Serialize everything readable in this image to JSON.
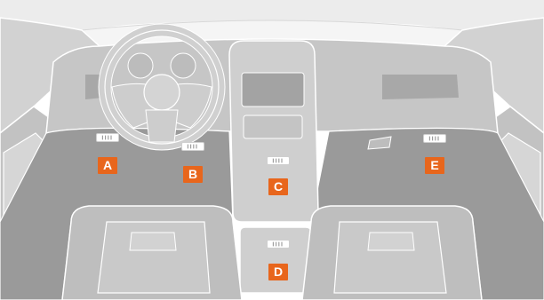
{
  "scene": {
    "name": "car-interior"
  },
  "colors": {
    "background": "#ffffff",
    "interior": "#c8c8c8",
    "floor": "#999999",
    "seats": "#bdbdbd",
    "outline": "#ffffff",
    "marker": "#e8661c"
  },
  "vents": [
    {
      "id": "A",
      "label": "A"
    },
    {
      "id": "B",
      "label": "B"
    },
    {
      "id": "C",
      "label": "C"
    },
    {
      "id": "D",
      "label": "D"
    },
    {
      "id": "E",
      "label": "E"
    }
  ]
}
